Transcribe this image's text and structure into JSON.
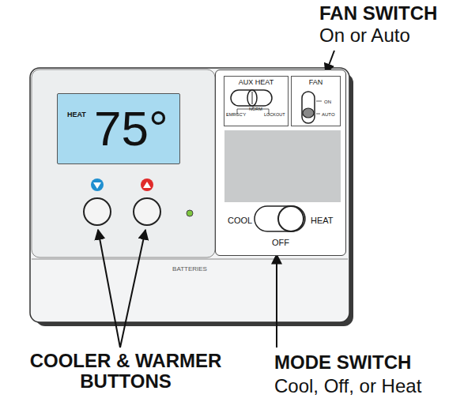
{
  "diagram": {
    "nodes": [
      {
        "text": [
          "HEAT",
          "75°"
        ]
      },
      {
        "text": [
          "COOL",
          "HEAT",
          "OFF"
        ]
      },
      {
        "text": [
          "AUX HEAT",
          "EMRGC'Y",
          "NORM",
          "LOCKOUT"
        ],
        "in": 1
      },
      {
        "text": [
          "FAN",
          "ON",
          "AUTO"
        ],
        "in": 1
      },
      {
        "text": [
          "BATTERIES"
        ]
      }
    ],
    "labels": [
      "FAN SWITCH",
      "On or Auto",
      "COOLER & WARMER BUTTONS",
      "MODE SWITCH",
      "Cool, Off, or Heat"
    ]
  }
}
